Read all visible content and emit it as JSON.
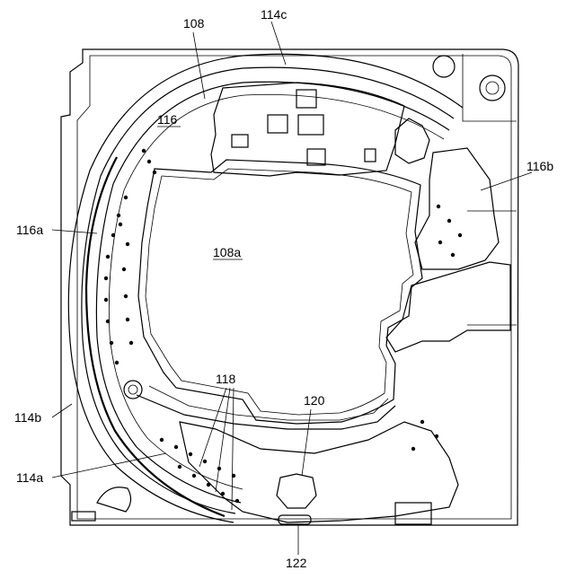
{
  "labels": {
    "l108": "108",
    "l114c": "114c",
    "l116": "116",
    "l116b": "116b",
    "l116a": "116a",
    "l108a": "108a",
    "l118": "118",
    "l120": "120",
    "l114b": "114b",
    "l114a": "114a",
    "l122": "122"
  }
}
